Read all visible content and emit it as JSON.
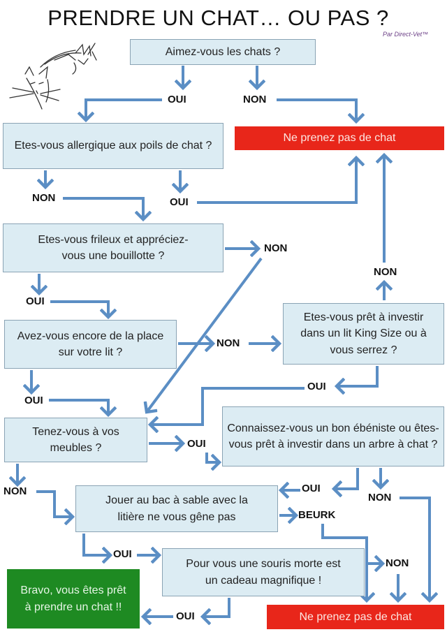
{
  "title": "PRENDRE UN CHAT… OU PAS ?",
  "credit": "Par Direct-Vet™",
  "colors": {
    "arrow": "#5b8ec4",
    "question_box": "#dcecf3",
    "negative": "#e8261a",
    "positive": "#1e8a22"
  },
  "nodes": {
    "q1": "Aimez-vous les chats ?",
    "q2": "Etes-vous allergique aux poils de chat ?",
    "q3": "Etes-vous frileux et appréciez-vous une bouillotte ?",
    "q4": "Avez-vous encore de la place sur votre lit ?",
    "q5": "Etes-vous prêt à investir dans un lit King Size ou à vous serrez ?",
    "q6": "Tenez-vous à vos meubles ?",
    "q7": "Connaissez-vous un bon ébéniste ou êtes-vous prêt à investir dans un arbre à chat ?",
    "q8": "Jouer au bac à sable avec la litière ne vous gêne pas",
    "q9": "Pour vous une souris morte est un cadeau magnifique !",
    "no_cat_top": "Ne prenez pas de chat",
    "no_cat_bottom": "Ne prenez pas de chat",
    "success": "Bravo, vous êtes prêt à prendre un chat !!"
  },
  "labels": {
    "q1_yes": "OUI",
    "q1_no": "NON",
    "q2_no": "NON",
    "q2_yes": "OUI",
    "q3_no": "NON",
    "q3_yes": "OUI",
    "q5_no": "NON",
    "q4_no": "NON",
    "q5_yes": "OUI",
    "q4_yes": "OUI",
    "q6_yes": "OUI",
    "q6_no": "NON",
    "q7_yes": "OUI",
    "q7_no": "NON",
    "q8_no": "BEURK",
    "q8_yes": "OUI",
    "q9_no": "NON",
    "q9_yes": "OUI"
  }
}
